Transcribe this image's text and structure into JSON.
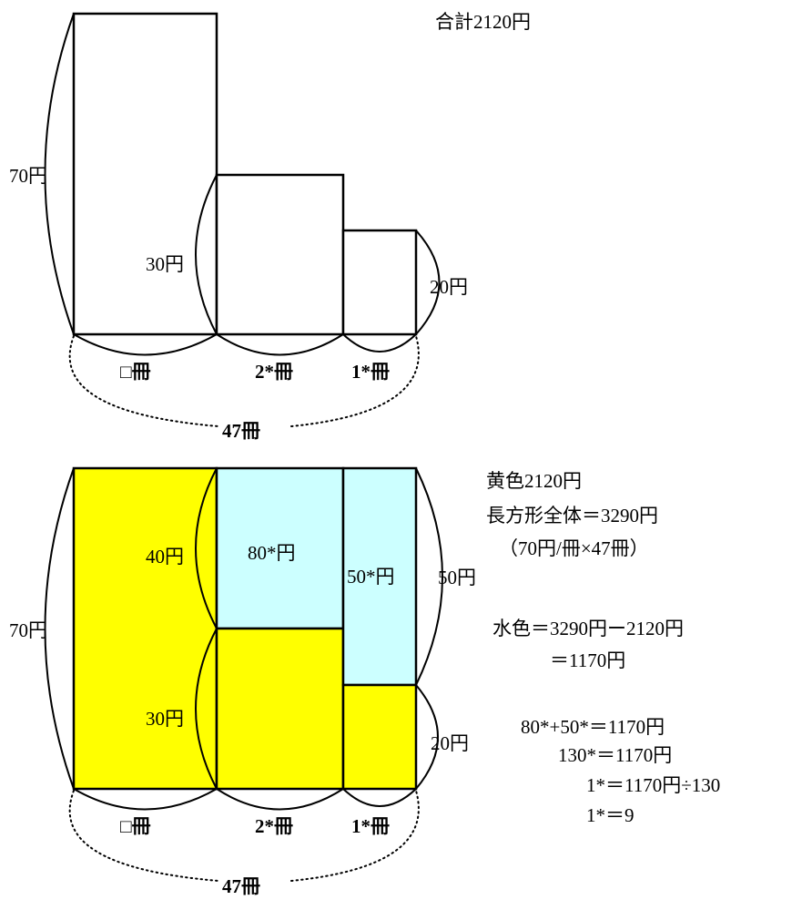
{
  "colors": {
    "yellow": "#ffff00",
    "cyan": "#ccffff",
    "line": "#000000",
    "white": "#ffffff"
  },
  "top": {
    "total": "合計2120円",
    "h70": "70円",
    "h30": "30円",
    "h20": "20円",
    "book_unknown": "□冊",
    "book_2": "2*冊",
    "book_1": "1*冊",
    "book_total": "47冊"
  },
  "bottom": {
    "h70": "70円",
    "h40": "40円",
    "h30": "30円",
    "h50": "50円",
    "h20": "20円",
    "area_80": "80*円",
    "area_50": "50*円",
    "book_unknown": "□冊",
    "book_2": "2*冊",
    "book_1": "1*冊",
    "book_total": "47冊"
  },
  "notes": [
    "黄色2120円",
    "長方形全体＝3290円",
    "（70円/冊×47冊）",
    "水色＝3290円ー2120円",
    "＝1170円",
    "80*+50*＝1170円",
    "130*＝1170円",
    "1*＝1170円÷130",
    "1*＝9"
  ]
}
